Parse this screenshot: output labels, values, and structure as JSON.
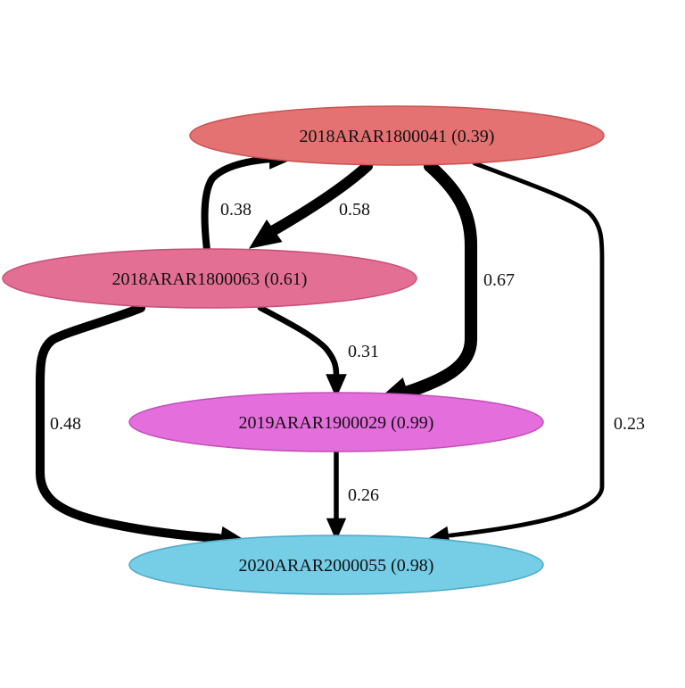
{
  "graph": {
    "nodes": [
      {
        "id": "n41",
        "label": "2018ARAR1800041 (0.39)",
        "fill": "#e47272",
        "stroke": "#c95252"
      },
      {
        "id": "n63",
        "label": "2018ARAR1800063 (0.61)",
        "fill": "#e46f95",
        "stroke": "#c74f78"
      },
      {
        "id": "n29",
        "label": "2019ARAR1900029 (0.99)",
        "fill": "#e46fdc",
        "stroke": "#c24fba"
      },
      {
        "id": "n55",
        "label": "2020ARAR2000055 (0.98)",
        "fill": "#75cde6",
        "stroke": "#4fa9c4"
      }
    ],
    "edges": [
      {
        "id": "e63-41",
        "from": "n63",
        "to": "n41",
        "weight": 0.38,
        "label": "0.38"
      },
      {
        "id": "e41-63",
        "from": "n41",
        "to": "n63",
        "weight": 0.58,
        "label": "0.58"
      },
      {
        "id": "e41-29",
        "from": "n41",
        "to": "n29",
        "weight": 0.67,
        "label": "0.67"
      },
      {
        "id": "e41-55",
        "from": "n41",
        "to": "n55",
        "weight": 0.23,
        "label": "0.23"
      },
      {
        "id": "e63-29",
        "from": "n63",
        "to": "n29",
        "weight": 0.31,
        "label": "0.31"
      },
      {
        "id": "e63-55",
        "from": "n63",
        "to": "n55",
        "weight": 0.48,
        "label": "0.48"
      },
      {
        "id": "e29-55",
        "from": "n29",
        "to": "n55",
        "weight": 0.26,
        "label": "0.26"
      }
    ]
  }
}
